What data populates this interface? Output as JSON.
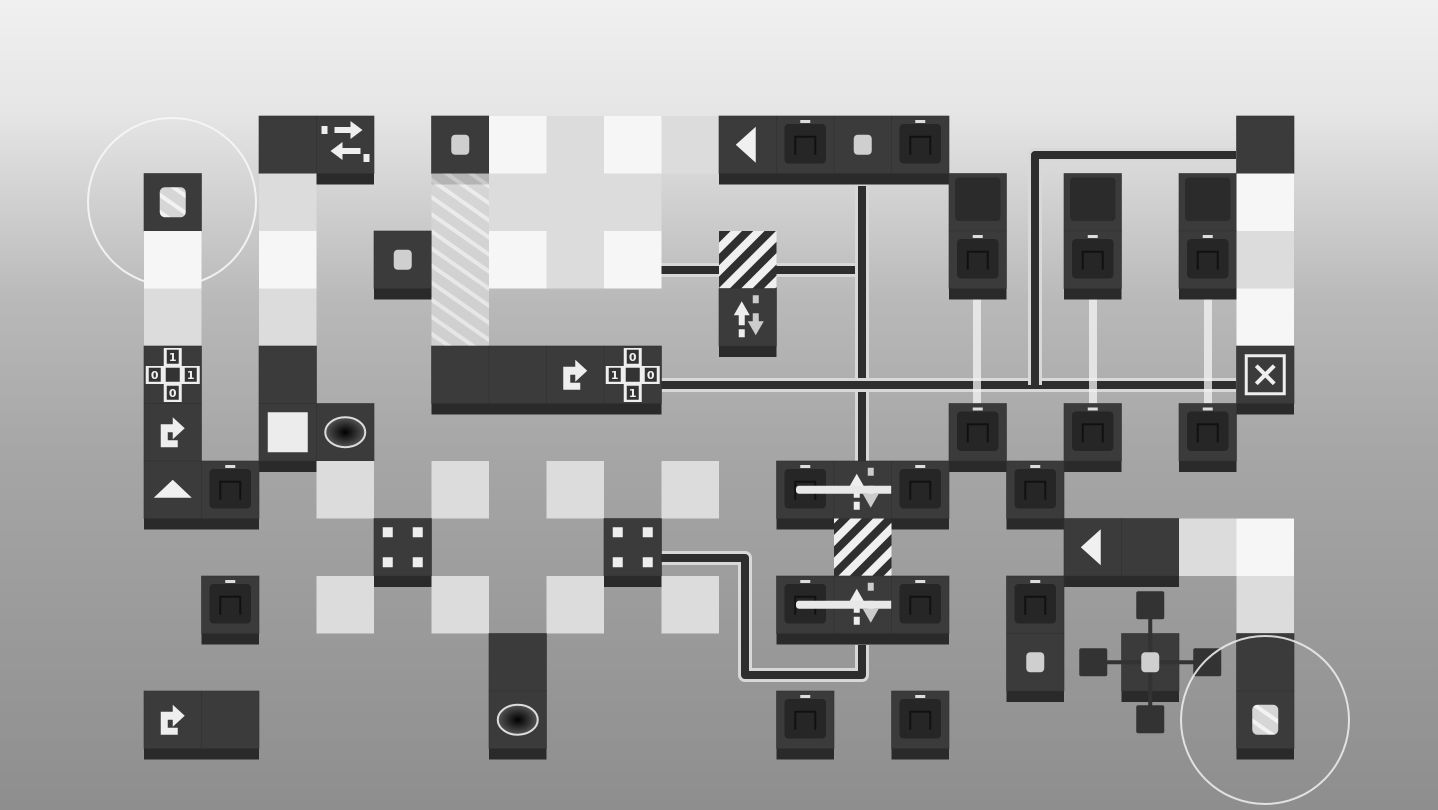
{
  "game": {
    "counter_a": {
      "top": "1",
      "left": "0",
      "right": "1",
      "bottom": "0"
    },
    "counter_b": {
      "top": "0",
      "left": "1",
      "right": "0",
      "bottom": "1"
    },
    "icons": [
      "swap-arrows-icon",
      "block-icon",
      "left-triangle-icon",
      "sensor-icon",
      "hazard-stripes-icon",
      "up-down-arrows-icon",
      "redirect-arrow-icon",
      "counter-icon",
      "close-x-icon",
      "hole-icon",
      "white-square-icon",
      "up-triangle-icon",
      "four-dots-icon",
      "cross-hub-icon",
      "striped-block-icon"
    ],
    "colors": {
      "dark_tile": "#3b3b3b",
      "dark_edge": "#2a2a2a",
      "light_tile": "#dcdcdc",
      "white_tile": "#f6f6f6",
      "pipe": "#2e2e2e"
    }
  }
}
